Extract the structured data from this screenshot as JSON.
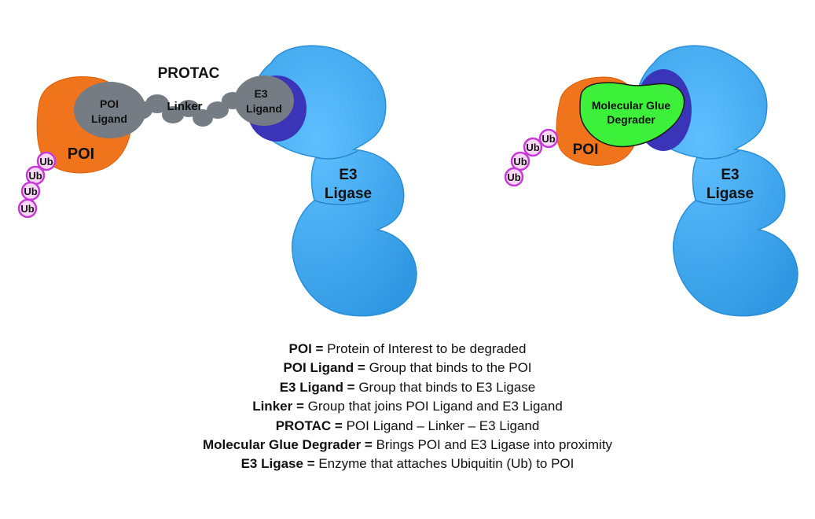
{
  "left_diagram": {
    "title": "PROTAC",
    "poi_label": "POI",
    "poi_ligand_label": [
      "POI",
      "Ligand"
    ],
    "linker_label": "Linker",
    "e3_ligand_label": [
      "E3",
      "Ligand"
    ],
    "e3_ligase_label": [
      "E3",
      "Ligase"
    ],
    "ub_labels": [
      "Ub",
      "Ub",
      "Ub",
      "Ub"
    ]
  },
  "right_diagram": {
    "glue_label": [
      "Molecular Glue",
      "Degrader"
    ],
    "poi_label": "POI",
    "e3_ligase_label": [
      "E3",
      "Ligase"
    ],
    "ub_labels": [
      "Ub",
      "Ub",
      "Ub",
      "Ub"
    ]
  },
  "colors": {
    "poi": "#f0741c",
    "ligase": "#3aa8ee",
    "ligand_gray": "#767c83",
    "pocket_purple": "#3a35b8",
    "glue_green": "#3df03a",
    "ub_fill": "#f8d8f4",
    "ub_stroke": "#c83ad8"
  },
  "legend": [
    {
      "term": "POI =",
      "definition": " Protein of Interest to be degraded"
    },
    {
      "term": "POI Ligand =",
      "definition": " Group that binds to the POI"
    },
    {
      "term": "E3 Ligand =",
      "definition": " Group that binds to E3 Ligase"
    },
    {
      "term": "Linker =",
      "definition": " Group that joins POI Ligand and E3 Ligand"
    },
    {
      "term": "PROTAC =",
      "definition": " POI Ligand – Linker – E3 Ligand"
    },
    {
      "term": "Molecular Glue Degrader =",
      "definition": " Brings POI and E3 Ligase into proximity"
    },
    {
      "term": "E3 Ligase =",
      "definition": " Enzyme that attaches Ubiquitin (Ub) to POI"
    }
  ]
}
